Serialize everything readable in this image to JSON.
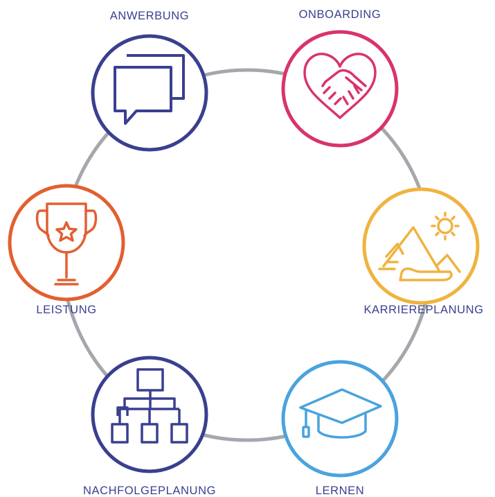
{
  "diagram": {
    "ring_color": "#a5a7ad",
    "label_color": "#3a3f8f",
    "stages": [
      {
        "id": "anwerbung",
        "label": "ANWERBUNG",
        "icon": "speech-bubbles-icon",
        "color": "#3a3f8f"
      },
      {
        "id": "onboarding",
        "label": "ONBOARDING",
        "icon": "heart-handshake-icon",
        "color": "#d9336b"
      },
      {
        "id": "karriereplanung",
        "label": "KARRIEREPLANUNG",
        "icon": "mountain-sun-icon",
        "color": "#efb33f"
      },
      {
        "id": "lernen",
        "label": "LERNEN",
        "icon": "graduation-cap-icon",
        "color": "#4aa3dd"
      },
      {
        "id": "nachfolgeplanung",
        "label": "NACHFOLGEPLANUNG",
        "icon": "org-chart-icon",
        "color": "#3a3f8f"
      },
      {
        "id": "leistung",
        "label": "LEISTUNG",
        "icon": "trophy-star-icon",
        "color": "#e35f30"
      }
    ]
  }
}
